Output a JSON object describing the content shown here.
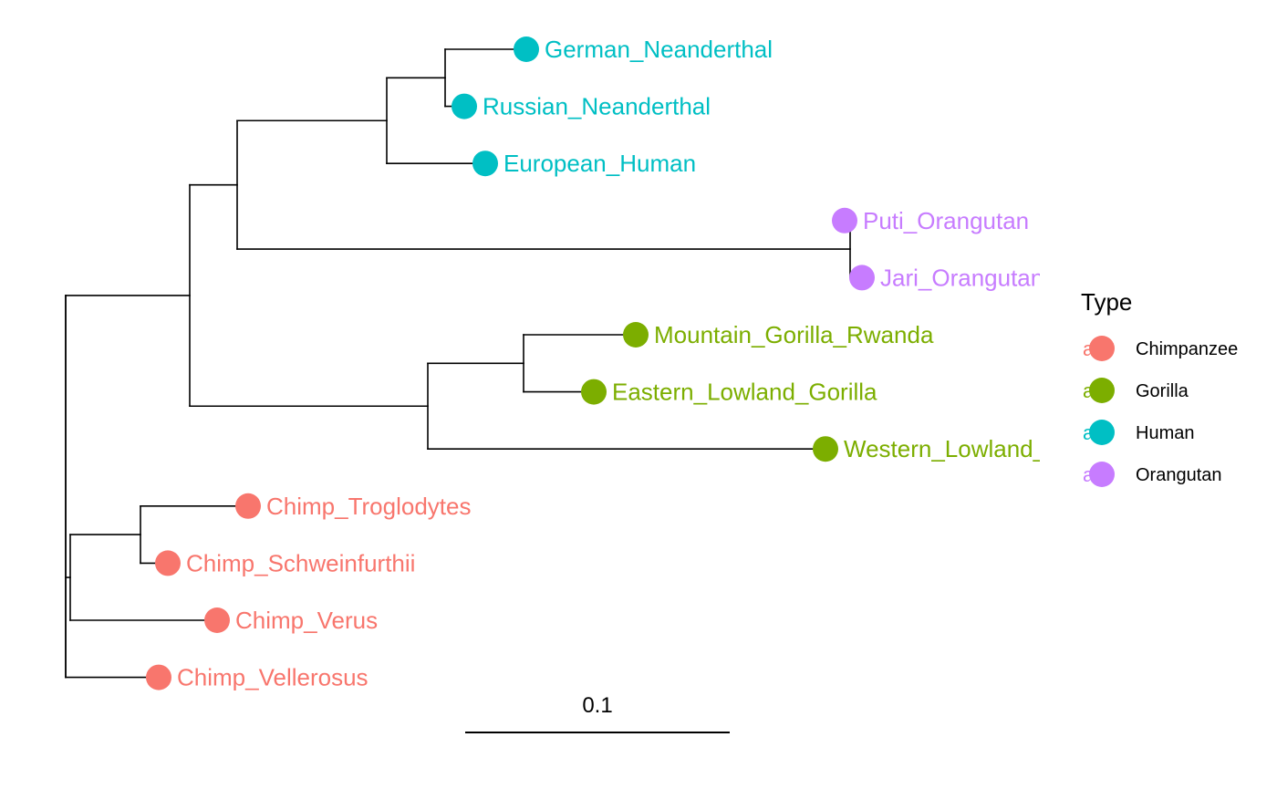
{
  "colors": {
    "Chimpanzee": "#F8766D",
    "Gorilla": "#7CAE00",
    "Human": "#00BFC4",
    "Orangutan": "#C77CFF",
    "branch": "#000000"
  },
  "tree": {
    "tips": [
      {
        "label": "German_Neanderthal",
        "type": "Human"
      },
      {
        "label": "Russian_Neanderthal",
        "type": "Human"
      },
      {
        "label": "European_Human",
        "type": "Human"
      },
      {
        "label": "Puti_Orangutan",
        "type": "Orangutan"
      },
      {
        "label": "Jari_Orangutan",
        "type": "Orangutan"
      },
      {
        "label": "Mountain_Gorilla_Rwanda",
        "type": "Gorilla"
      },
      {
        "label": "Eastern_Lowland_Gorilla",
        "type": "Gorilla"
      },
      {
        "label": "Western_Lowland_Gorilla",
        "type": "Gorilla"
      },
      {
        "label": "Chimp_Troglodytes",
        "type": "Chimpanzee"
      },
      {
        "label": "Chimp_Schweinfurthii",
        "type": "Chimpanzee"
      },
      {
        "label": "Chimp_Verus",
        "type": "Chimpanzee"
      },
      {
        "label": "Chimp_Vellerosus",
        "type": "Chimpanzee"
      }
    ]
  },
  "legend": {
    "title": "Type",
    "glyph": "a",
    "items": [
      {
        "label": "Chimpanzee",
        "type": "Chimpanzee"
      },
      {
        "label": "Gorilla",
        "type": "Gorilla"
      },
      {
        "label": "Human",
        "type": "Human"
      },
      {
        "label": "Orangutan",
        "type": "Orangutan"
      }
    ]
  },
  "scale_bar": {
    "label": "0.1",
    "length": 0.1
  }
}
